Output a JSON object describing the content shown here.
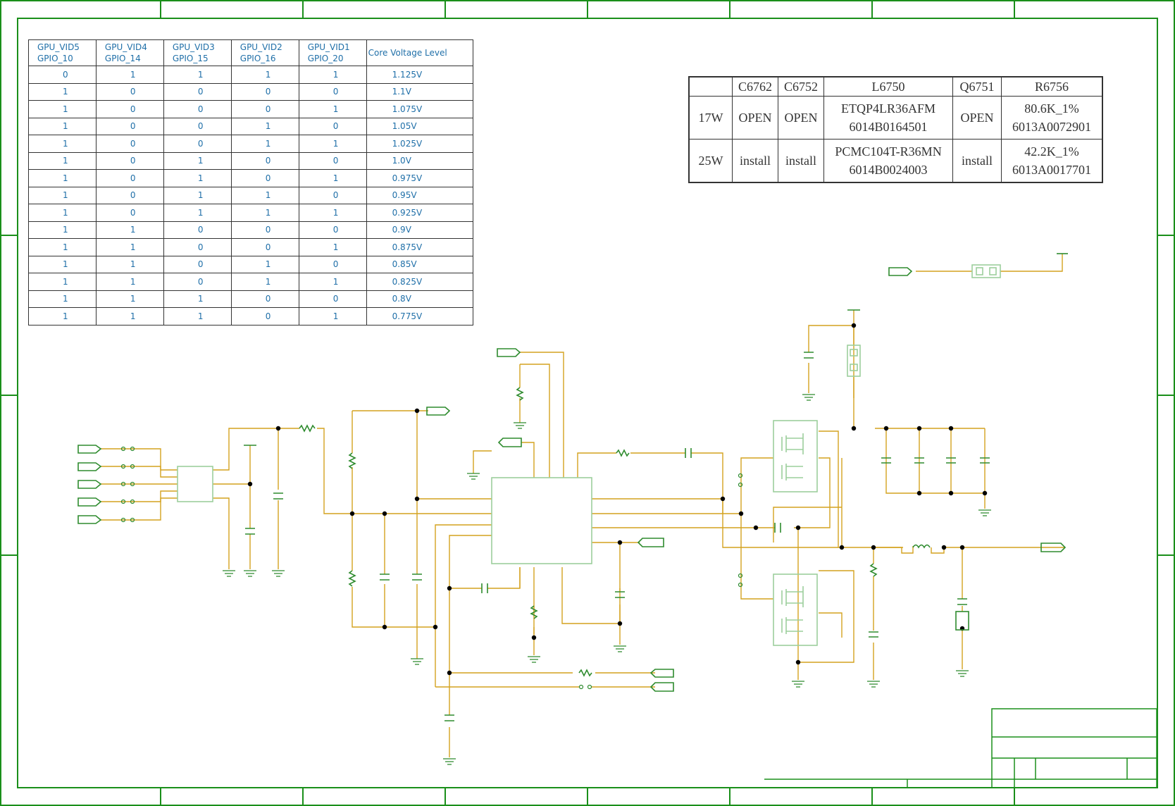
{
  "colors": {
    "border": "#1a8f1a",
    "wire": "#d4a21f",
    "component": "#2e8b2e",
    "component_light": "#9ccf9c",
    "table_text": "#1f6fa8",
    "table_grid": "#333333"
  },
  "vid_table": {
    "headers": [
      {
        "line1": "GPU_VID5",
        "line2": "GPIO_10"
      },
      {
        "line1": "GPU_VID4",
        "line2": "GPIO_14"
      },
      {
        "line1": "GPU_VID3",
        "line2": "GPIO_15"
      },
      {
        "line1": "GPU_VID2",
        "line2": "GPIO_16"
      },
      {
        "line1": "GPU_VID1",
        "line2": "GPIO_20"
      },
      {
        "line1": "Core Voltage Level",
        "line2": ""
      }
    ],
    "rows": [
      [
        "0",
        "1",
        "1",
        "1",
        "1",
        "1.125V"
      ],
      [
        "1",
        "0",
        "0",
        "0",
        "0",
        "1.1V"
      ],
      [
        "1",
        "0",
        "0",
        "0",
        "1",
        "1.075V"
      ],
      [
        "1",
        "0",
        "0",
        "1",
        "0",
        "1.05V"
      ],
      [
        "1",
        "0",
        "0",
        "1",
        "1",
        "1.025V"
      ],
      [
        "1",
        "0",
        "1",
        "0",
        "0",
        "1.0V"
      ],
      [
        "1",
        "0",
        "1",
        "0",
        "1",
        "0.975V"
      ],
      [
        "1",
        "0",
        "1",
        "1",
        "0",
        "0.95V"
      ],
      [
        "1",
        "0",
        "1",
        "1",
        "1",
        "0.925V"
      ],
      [
        "1",
        "1",
        "0",
        "0",
        "0",
        "0.9V"
      ],
      [
        "1",
        "1",
        "0",
        "0",
        "1",
        "0.875V"
      ],
      [
        "1",
        "1",
        "0",
        "1",
        "0",
        "0.85V"
      ],
      [
        "1",
        "1",
        "0",
        "1",
        "1",
        "0.825V"
      ],
      [
        "1",
        "1",
        "1",
        "0",
        "0",
        "0.8V"
      ],
      [
        "1",
        "1",
        "1",
        "0",
        "1",
        "0.775V"
      ]
    ]
  },
  "bom_table": {
    "headers": [
      "",
      "C6762",
      "C6752",
      "L6750",
      "Q6751",
      "R6756"
    ],
    "rows": [
      {
        "power": "17W",
        "c6762": "OPEN",
        "c6752": "OPEN",
        "l6750": [
          "ETQP4LR36AFM",
          "6014B0164501"
        ],
        "q6751": "OPEN",
        "r6756": [
          "80.6K_1%",
          "6013A0072901"
        ]
      },
      {
        "power": "25W",
        "c6762": "install",
        "c6752": "install",
        "l6750": [
          "PCMC104T-R36MN",
          "6014B0024003"
        ],
        "q6751": "install",
        "r6756": [
          "42.2K_1%",
          "6013A0017701"
        ]
      }
    ]
  }
}
